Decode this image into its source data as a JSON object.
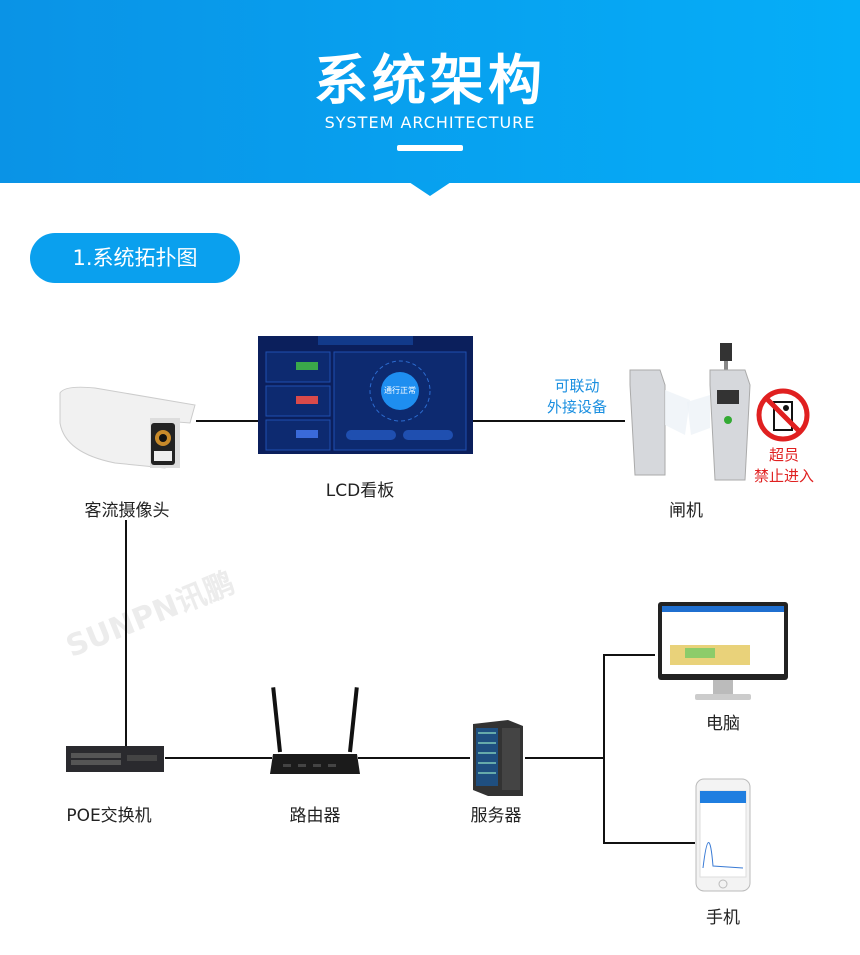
{
  "header": {
    "title": "系统架构",
    "subtitle": "SYSTEM ARCHITECTURE"
  },
  "section": {
    "label": "1.系统拓扑图"
  },
  "watermark": "SUNPN讯鹏",
  "devices": {
    "camera": "客流摄像头",
    "lcd": "LCD看板",
    "gate": "闸机",
    "computer": "电脑",
    "poe": "POE交换机",
    "router": "路由器",
    "server": "服务器",
    "phone": "手机"
  },
  "link_note": {
    "line1": "可联动",
    "line2": "外接设备"
  },
  "warning": {
    "line1": "超员",
    "line2": "禁止进入"
  },
  "lcd_screen": {
    "status": "通行正常"
  },
  "colors": {
    "banner": "#0a9ff0",
    "accent": "#1a8fe0",
    "warning": "#e02020"
  }
}
